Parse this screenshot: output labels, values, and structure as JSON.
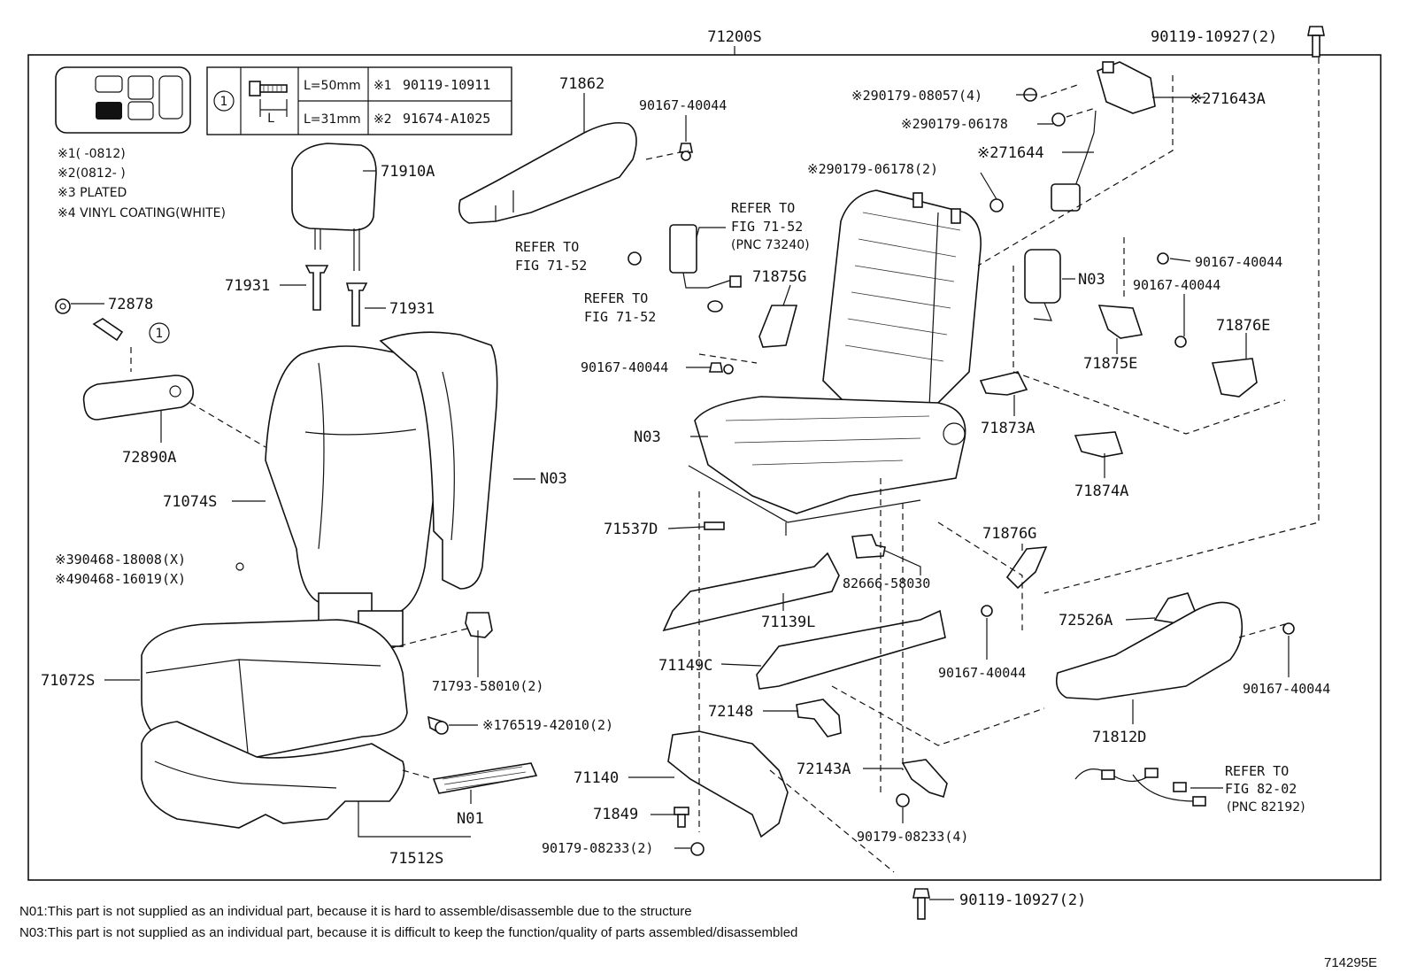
{
  "diagram": {
    "assembly_label": "71200S",
    "diagram_code": "714295E",
    "legend_table": {
      "circle_ref": "1",
      "length_symbol": "L",
      "rows": [
        {
          "length": "L=50mm",
          "note_ref": "※1",
          "part": "90119-10911"
        },
        {
          "length": "L=31mm",
          "note_ref": "※2",
          "part": "91674-A1025"
        }
      ]
    },
    "notes_legend": [
      "※1(     -0812)",
      "※2(0812-      )",
      "※3 PLATED",
      "※4 VINYL COATING(WHITE)"
    ],
    "part_labels": [
      "90119-10927(2)",
      "71862",
      "90167-40044",
      "※290179-08057(4)",
      "※271643A",
      "※290179-06178",
      "※271644",
      "※290179-06178(2)",
      "71910A",
      "71931",
      "71931",
      "72878",
      "72890A",
      "71074S",
      "N03",
      "※390468-18008(X)",
      "※490468-16019(X)",
      "71072S",
      "71793-58010(2)",
      "※176519-42010(2)",
      "N01",
      "71512S",
      "REFER TO",
      "FIG 71-52",
      "(PNC 73240)",
      "REFER TO",
      "FIG 71-52",
      "REFER TO",
      "FIG 71-52",
      "71875G",
      "90167-40044",
      "N03",
      "71537D",
      "71139L",
      "71149C",
      "72148",
      "71140",
      "71849",
      "90179-08233(2)",
      "82666-58030",
      "72143A",
      "90179-08233(4)",
      "N03",
      "90167-40044",
      "90167-40044",
      "71875E",
      "71876E",
      "71873A",
      "71874A",
      "71876G",
      "90167-40044",
      "72526A",
      "90167-40044",
      "71812D",
      "REFER TO",
      "FIG 82-02",
      "(PNC 82192)",
      "90119-10927(2)"
    ],
    "footnotes": [
      "N01:This part is not supplied as an individual part, because it is hard to assemble/disassemble due to the structure",
      "N03:This part is not supplied as an individual part, because it is difficult to keep the function/quality of parts assembled/disassembled"
    ]
  }
}
